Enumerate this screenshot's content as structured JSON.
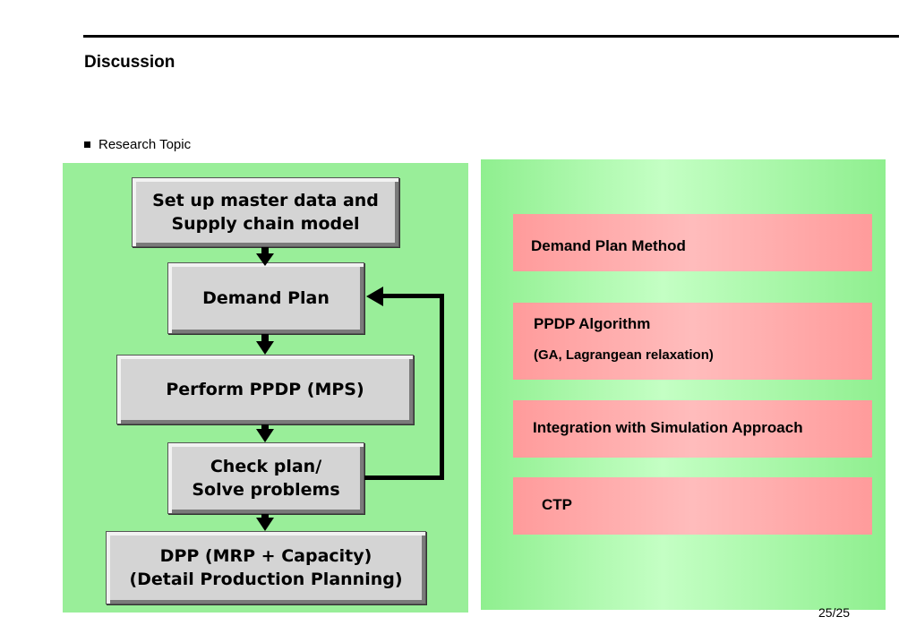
{
  "slide": {
    "title": "Discussion",
    "bullet": "Research Topic",
    "page_number": "25/25"
  },
  "flow": {
    "steps": [
      "Set up master data and\nSupply chain model",
      "Demand Plan",
      "Perform PPDP (MPS)",
      "Check plan/\nSolve problems",
      "DPP (MRP + Capacity)\n(Detail Production Planning)"
    ]
  },
  "topics": {
    "items": [
      {
        "label": "Demand Plan Method"
      },
      {
        "label": "PPDP Algorithm",
        "sub": "(GA, Lagrangean relaxation)"
      },
      {
        "label": "Integration with Simulation Approach"
      },
      {
        "label": "CTP"
      }
    ]
  },
  "colors": {
    "panel_green": "#99ee99",
    "box_gray": "#d4d4d4",
    "topic_pink": "#ffaaaa"
  }
}
